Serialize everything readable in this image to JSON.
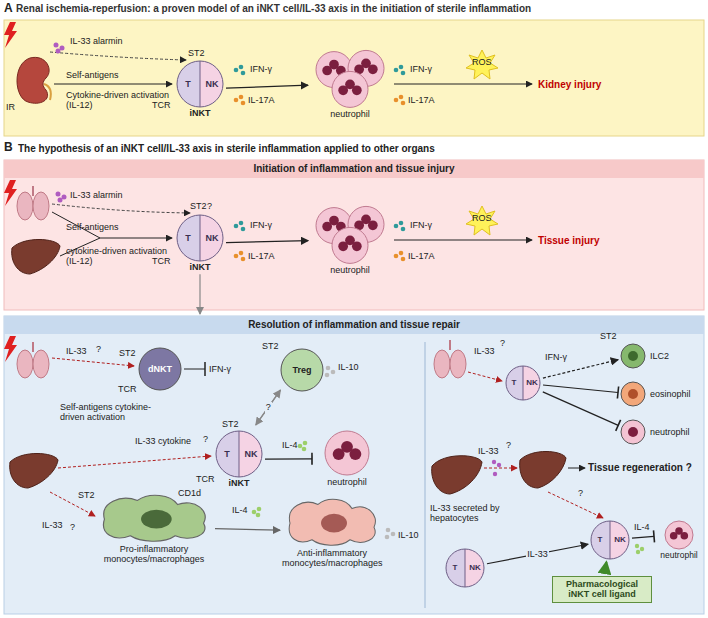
{
  "diagram": {
    "nodes": [
      {
        "text": [
          "Renal ischemia-reperfusion: a proven model of an iNKT cell/IL-33 axis in the initiation of sterile inflammation"
        ]
      },
      {
        "text": [
          "T",
          "NK",
          "iNKT"
        ],
        "in": 0
      },
      {
        "text": [
          "neutrophil"
        ],
        "in": 0
      },
      {
        "text": [
          "Initiation of inflammation and tissue injury"
        ]
      },
      {
        "text": [
          "T",
          "NK",
          "iNKT"
        ],
        "in": 3
      },
      {
        "text": [
          "neutrophil"
        ],
        "in": 3
      },
      {
        "text": [
          "Resolution of inflammation and tissue repair"
        ]
      },
      {
        "text": [
          "dNKT"
        ],
        "in": 6
      },
      {
        "text": [
          "Treg"
        ],
        "in": 6
      },
      {
        "text": [
          "T",
          "NK",
          "iNKT"
        ],
        "in": 6
      },
      {
        "text": [
          "neutrophil"
        ],
        "in": 6
      },
      {
        "text": [
          "Pro-inflammatory monocytes/macrophages"
        ],
        "in": 6
      },
      {
        "text": [
          "Anti-inflammatory monocytes/macrophages"
        ],
        "in": 6
      },
      {
        "text": [
          "T",
          "NK"
        ],
        "in": 6
      },
      {
        "text": [
          "ILC2"
        ],
        "in": 6
      },
      {
        "text": [
          "eosinophil"
        ],
        "in": 6
      },
      {
        "text": [
          "neutrophil"
        ],
        "in": 6
      },
      {
        "text": [
          "T",
          "NK"
        ],
        "in": 6
      },
      {
        "text": [
          "T",
          "NK"
        ],
        "in": 6
      },
      {
        "text": [
          "neutrophil"
        ],
        "in": 6
      },
      {
        "text": [
          "Pharmacological iNKT cell ligand"
        ],
        "in": 6
      }
    ],
    "edges": [
      {
        "from": 1,
        "to": 2,
        "arrow": "to"
      },
      {
        "from": 4,
        "to": 5,
        "arrow": "to"
      },
      {
        "from": 4,
        "to": 6,
        "arrow": "to"
      },
      {
        "from": 9,
        "to": 8,
        "arrow": "to",
        "label": "?"
      },
      {
        "from": 8,
        "to": 9,
        "arrow": "to"
      },
      {
        "from": 9,
        "to": 10,
        "arrow": "none"
      },
      {
        "from": 11,
        "to": 12,
        "arrow": "to"
      },
      {
        "from": 13,
        "to": 14,
        "arrow": "to"
      },
      {
        "from": 13,
        "to": 15,
        "arrow": "none"
      },
      {
        "from": 13,
        "to": 16,
        "arrow": "none"
      },
      {
        "from": 17,
        "to": 18,
        "arrow": "to",
        "label": "IL-33"
      },
      {
        "from": 20,
        "to": 18,
        "arrow": "to"
      },
      {
        "from": 18,
        "to": 19,
        "arrow": "none"
      }
    ],
    "labels": [
      "A",
      "IR",
      "IL-33 alarmin",
      "ST2",
      "TCR",
      "Self-antigens",
      "Cytokine-driven activation (IL-12)",
      "IFN-γ",
      "IL-17A",
      "IFN-γ",
      "ROS",
      "IL-17A",
      "Kidney injury",
      "B",
      "The hypothesis of an iNKT cell/IL-33 axis in sterile inflammation applied to other organs",
      "IL-33 alarmin",
      "ST2",
      "?",
      "TCR",
      "Self-antigens",
      "cytokine-driven activation (IL-12)",
      "IFN-γ",
      "IL-17A",
      "IFN-γ",
      "ROS",
      "IL-17A",
      "Tissue injury",
      "IL-33",
      "?",
      "ST2",
      "TCR",
      "IFN-γ",
      "ST2",
      "IL-10",
      "Self-antigens cytokine-driven activation",
      "IL-33 cytokine",
      "?",
      "ST2",
      "TCR",
      "CD1d",
      "IL-4",
      "IL-33",
      "?",
      "ST2",
      "IL-4",
      "IL-10",
      "IL-33",
      "?",
      "IFN-γ",
      "ST2",
      "IL-33",
      "?",
      "Tissue regeneration ?",
      "IL-33 secreted by hepatocytes",
      "?",
      "IL-4"
    ]
  }
}
